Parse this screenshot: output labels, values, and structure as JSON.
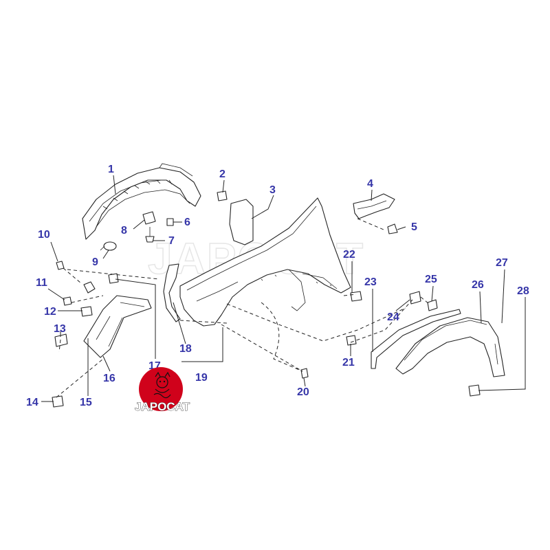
{
  "watermark": "JAPOCAT",
  "logo": {
    "text": "JAPOCAT",
    "color": "#d0021b"
  },
  "callout_color": "#3535a8",
  "callouts": {
    "c1": "1",
    "c2": "2",
    "c3": "3",
    "c4": "4",
    "c5": "5",
    "c6": "6",
    "c7": "7",
    "c8": "8",
    "c9": "9",
    "c10": "10",
    "c11": "11",
    "c12": "12",
    "c13": "13",
    "c14": "14",
    "c15": "15",
    "c16": "16",
    "c17": "17",
    "c18": "18",
    "c19": "19",
    "c20": "20",
    "c21": "21",
    "c22": "22",
    "c23": "23",
    "c24": "24",
    "c25": "25",
    "c26": "26",
    "c27": "27",
    "c28": "28"
  }
}
